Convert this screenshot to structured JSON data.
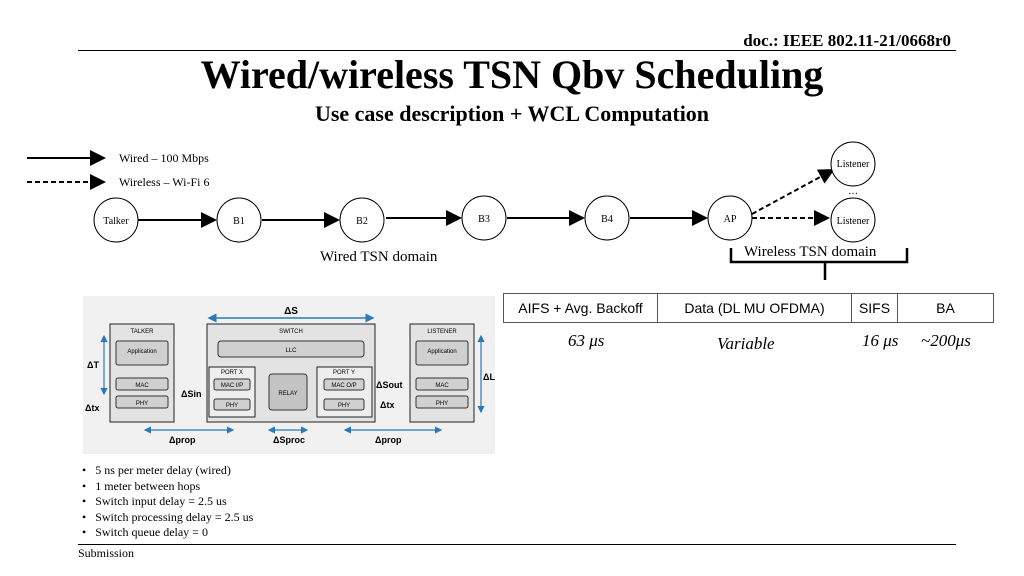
{
  "header": {
    "doc_id": "doc.: IEEE 802.11-21/0668r0",
    "title": "Wired/wireless TSN Qbv Scheduling",
    "subtitle": "Use case description + WCL Computation"
  },
  "legend": {
    "wired": "Wired – 100 Mbps",
    "wireless": "Wireless – Wi-Fi 6"
  },
  "network": {
    "nodes": {
      "talker": "Talker",
      "b1": "B1",
      "b2": "B2",
      "b3": "B3",
      "b4": "B4",
      "ap": "AP",
      "listener_top": "Listener",
      "listener_bottom": "Listener",
      "ellipsis": "…"
    },
    "wired_domain": "Wired TSN domain",
    "wireless_domain": "Wireless TSN domain"
  },
  "timing_table": {
    "cells": [
      "AIFS + Avg. Backoff",
      "Data (DL MU OFDMA)",
      "SIFS",
      "BA"
    ],
    "values": [
      "63 μs",
      "Variable",
      "16 μs",
      "~200μs"
    ]
  },
  "diagram": {
    "delta_s": "ΔS",
    "talker": "TALKER",
    "switch": "SWITCH",
    "listener": "LISTENER",
    "application": "Application",
    "llc": "LLC",
    "port_x": "PORT X",
    "port_y": "PORT Y",
    "mac": "MAC",
    "phy": "PHY",
    "mac_ip": "MAC I/P",
    "mac_op": "MAC O/P",
    "relay": "RELAY",
    "delta_t": "ΔT",
    "delta_tx": "Δtx",
    "delta_l": "ΔL",
    "delta_s_in": "ΔSin",
    "delta_s_out": "ΔSout",
    "delta_prop": "Δprop",
    "delta_s_proc": "ΔSproc"
  },
  "assumptions": [
    "5 ns per meter delay (wired)",
    "1 meter between hops",
    "Switch input delay = 2.5 us",
    "Switch processing delay = 2.5 us",
    "Switch queue delay = 0"
  ],
  "footer": {
    "submission": "Submission"
  }
}
